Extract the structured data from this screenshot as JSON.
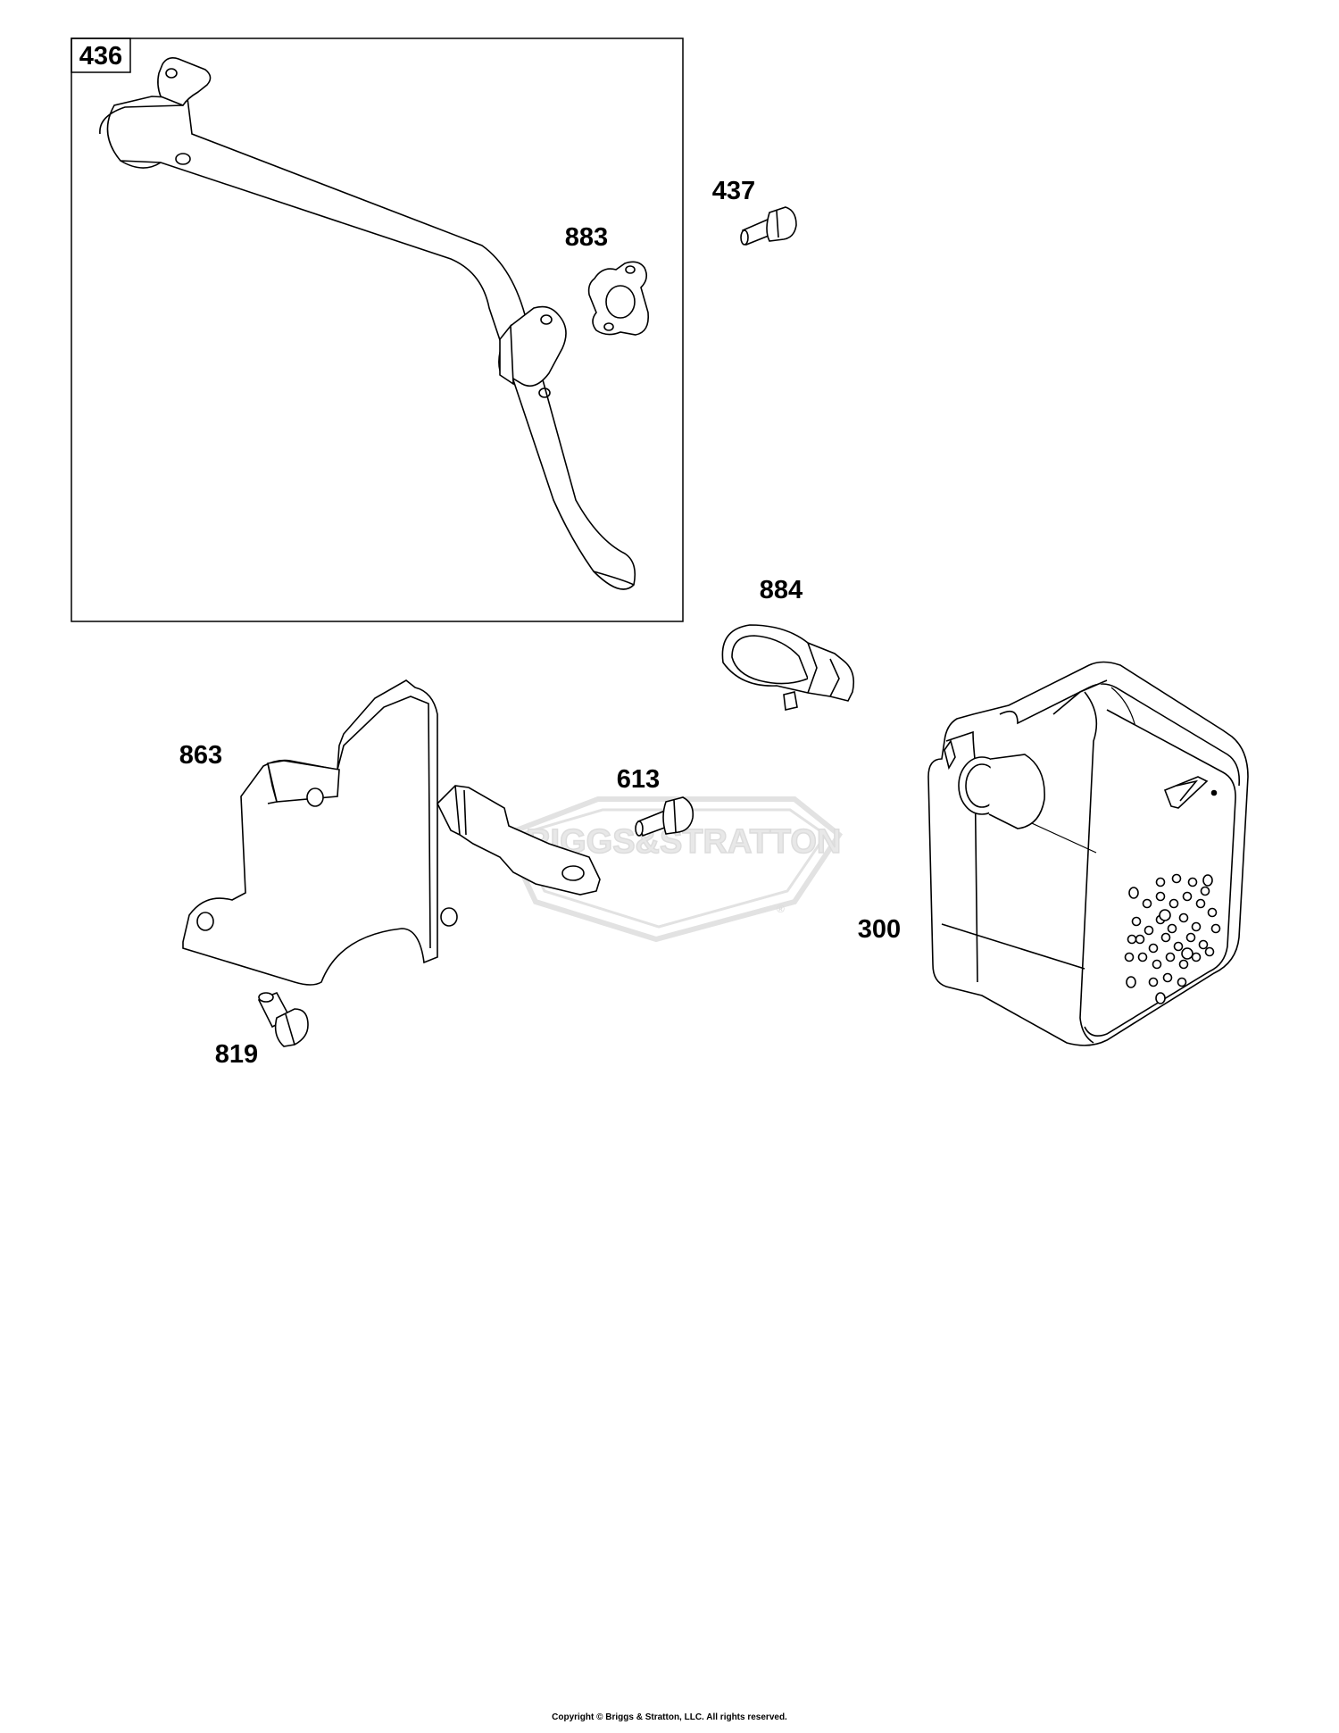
{
  "diagram": {
    "callouts": {
      "c436": "436",
      "c437": "437",
      "c883": "883",
      "c884": "884",
      "c863": "863",
      "c613": "613",
      "c300": "300",
      "c819": "819"
    },
    "watermark": {
      "text": "BRIGGS&STRATTON",
      "registered": "®"
    },
    "footer": {
      "copyright": "Copyright © Briggs & Stratton, LLC. All rights reserved."
    },
    "colors": {
      "ink": "#000000",
      "watermark": "#e4e4e4",
      "paper": "#ffffff"
    }
  }
}
